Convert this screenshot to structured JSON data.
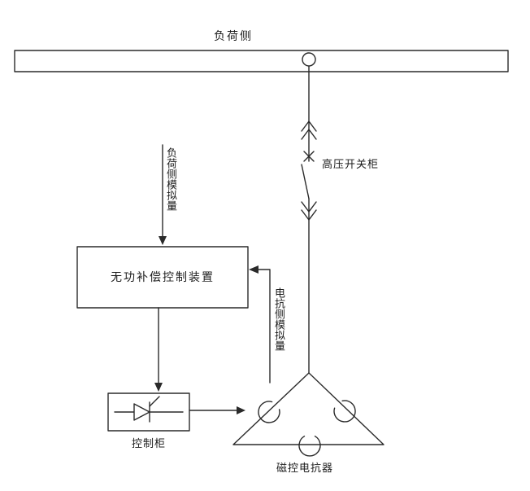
{
  "diagram": {
    "background": "#ffffff",
    "line_color": "#2a2a2a",
    "labels": {
      "load_side": "负荷侧",
      "hv_switchgear": "高压开关柜",
      "load_side_analog": "负荷侧模拟量",
      "control_device": "无功补偿控制装置",
      "reactor_side_analog": "电抗侧模拟量",
      "control_cabinet": "控制柜",
      "mcr": "磁控电抗器"
    }
  }
}
